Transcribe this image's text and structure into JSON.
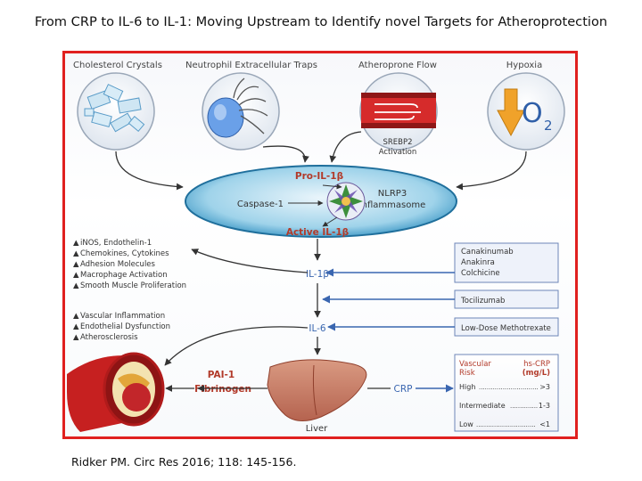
{
  "title": "From CRP to IL-6 to IL-1: Moving Upstream to Identify novel Targets for Atheroprotection",
  "citation": "Ridker PM. Circ Res 2016; 118: 145-156.",
  "triggers": {
    "cholesterol": "Cholesterol Crystals",
    "nets": "Neutrophil Extracellular Traps",
    "flow": "Atheroprone Flow",
    "hypoxia": "Hypoxia",
    "o2": "O",
    "o2_sub": "2",
    "srebp2_line1": "SREBP2",
    "srebp2_line2": "Activation"
  },
  "inflammasome": {
    "pro_il1b": "Pro-IL-1β",
    "caspase": "Caspase-1",
    "nlrp3_line1": "NLRP3",
    "nlrp3_line2": "Inflammasome",
    "active_il1b": "Active IL-1β"
  },
  "pathway": {
    "il1b": "IL-1β",
    "il6": "IL-6",
    "crp": "CRP",
    "pai1": "PAI-1",
    "fibrinogen": "Fibrinogen",
    "liver": "Liver"
  },
  "effects_il1b": [
    "iNOS, Endothelin-1",
    "Chemokines, Cytokines",
    "Adhesion Molecules",
    "Macrophage Activation",
    "Smooth Muscle Proliferation"
  ],
  "effects_il6": [
    "Vascular Inflammation",
    "Endothelial Dysfunction",
    "Atherosclerosis"
  ],
  "drugs": {
    "il1b": [
      "Canakinumab",
      "Anakinra",
      "Colchicine"
    ],
    "il6r": "Tocilizumab",
    "il6": "Low-Dose Methotrexate"
  },
  "risk_table": {
    "header_left_line1": "Vascular",
    "header_left_line2": "Risk",
    "header_right_line1": "hs-CRP",
    "header_right_line2": "(mg/L)",
    "rows": [
      {
        "label": "High",
        "dots": "..............................",
        "value": ">3"
      },
      {
        "label": "Intermediate",
        "dots": "..............",
        "value": "1-3"
      },
      {
        "label": "Low",
        "dots": "..............................",
        "value": "<1"
      }
    ]
  },
  "colors": {
    "border": "#e0201f",
    "label_red": "#b23a2a",
    "pathway_blue": "#3a66b0",
    "drug_box": "#eef2fa"
  }
}
